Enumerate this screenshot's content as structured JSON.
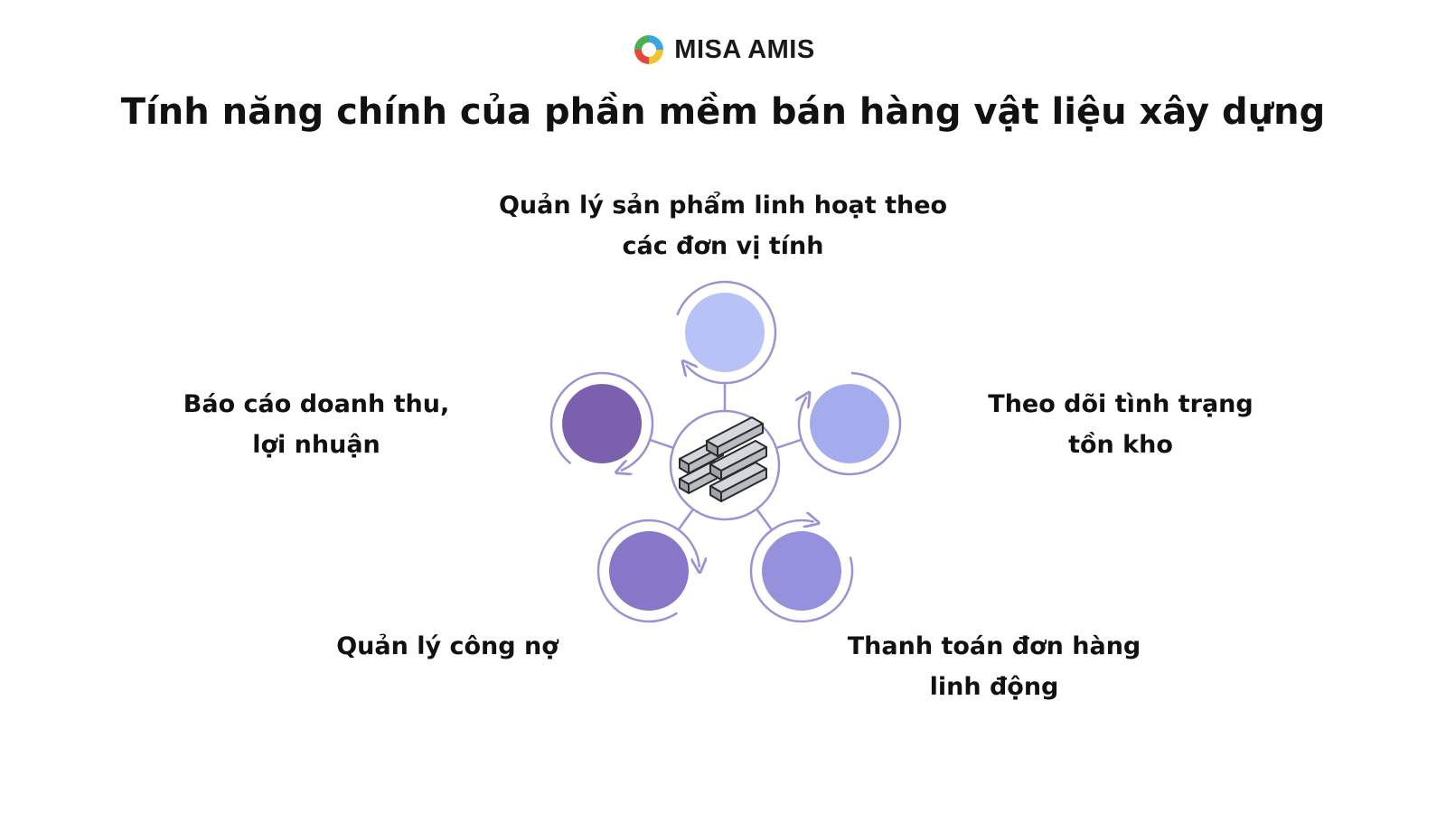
{
  "brand": {
    "name": "MISA AMIS",
    "logo_icon": "misa-amis-logo-icon"
  },
  "title": "Tính năng chính của phần mềm bán hàng vật liệu xây dựng",
  "center": {
    "icon": "steel-beams-icon"
  },
  "features": [
    {
      "id": "top",
      "label": "Quản lý sản phẩm linh hoạt theo\ncác đơn vị tính",
      "color": "#b7c3f7",
      "arrow": "clockwise"
    },
    {
      "id": "right",
      "label": "Theo dõi tình trạng\ntồn kho",
      "color": "#a4acee",
      "arrow": "clockwise"
    },
    {
      "id": "bottom-right",
      "label": "Thanh toán đơn hàng\nlinh động",
      "color": "#9591dc",
      "arrow": "clockwise"
    },
    {
      "id": "bottom-left",
      "label": "Quản lý công nợ",
      "color": "#8876c9",
      "arrow": "clockwise"
    },
    {
      "id": "left",
      "label": "Báo cáo doanh thu,\nlợi nhuận",
      "color": "#7a60ad",
      "arrow": "clockwise"
    }
  ],
  "colors": {
    "ring": "#9c92d3",
    "connector": "#9c92d3",
    "beam_fill": "#c9ccd1",
    "beam_stroke": "#2b2b2b"
  }
}
